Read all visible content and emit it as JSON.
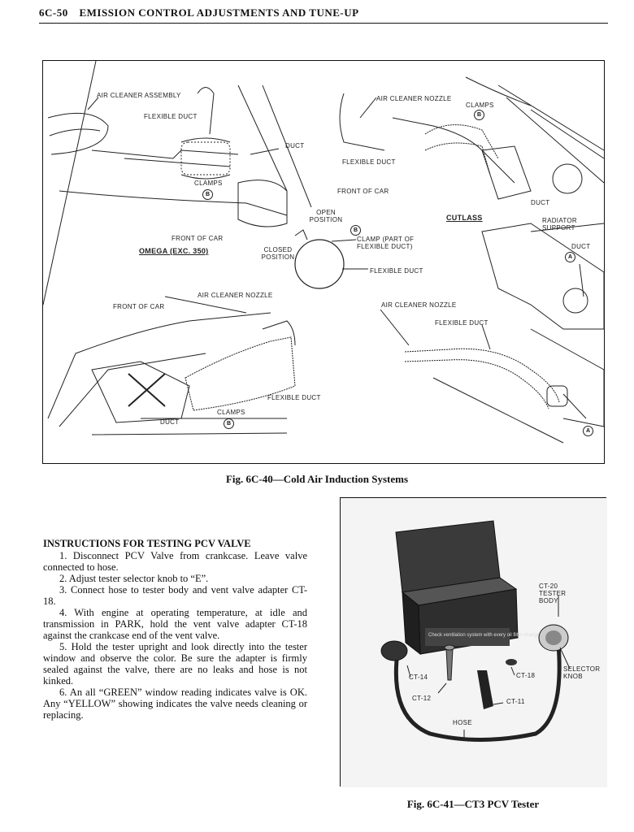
{
  "header": {
    "page_number": "6C-50",
    "section_title": "EMISSION CONTROL ADJUSTMENTS AND TUNE-UP"
  },
  "figure1": {
    "labels": {
      "air_cleaner_assembly": "AIR CLEANER ASSEMBLY",
      "flexible_duct_tl": "FLEXIBLE DUCT",
      "duct_tl": "DUCT",
      "clamps_tl": "CLAMPS",
      "circle_b": "B",
      "front_of_car_tl": "FRONT OF CAR",
      "omega": "OMEGA (EXC. 350)",
      "open_position": "OPEN POSITION",
      "closed_position": "CLOSED POSITION",
      "clamp_part": "CLAMP (PART OF FLEXIBLE DUCT)",
      "flexible_duct_mid": "FLEXIBLE DUCT",
      "air_cleaner_nozzle_tr": "AIR CLEANER NOZZLE",
      "clamps_tr": "CLAMPS",
      "flexible_duct_tr": "FLEXIBLE DUCT",
      "front_of_car_tr": "FRONT OF CAR",
      "duct_tr": "DUCT",
      "cutlass": "CUTLASS",
      "radiator_support": "RADIATOR SUPPORT",
      "duct_rr": "DUCT",
      "circle_a": "A",
      "front_of_car_bl": "FRONT OF CAR",
      "air_cleaner_nozzle_bl": "AIR CLEANER NOZZLE",
      "flexible_duct_bl": "FLEXIBLE DUCT",
      "clamps_bl": "CLAMPS",
      "duct_bl": "DUCT",
      "air_cleaner_nozzle_br": "AIR CLEANER NOZZLE",
      "flexible_duct_br": "FLEXIBLE DUCT"
    },
    "caption": "Fig. 6C-40—Cold Air Induction Systems"
  },
  "instructions": {
    "title": "INSTRUCTIONS FOR TESTING PCV VALVE",
    "steps": [
      "1. Disconnect PCV Valve from crankcase. Leave valve connected to hose.",
      "2. Adjust tester selector knob to “E”.",
      "3. Connect hose to tester body and vent valve adapter CT-18.",
      "4. With engine at operating temperature, at idle and transmission in PARK, hold the vent valve adapter CT-18 against the crankcase end of the vent valve.",
      "5. Hold the tester upright and look directly into the tester window and observe the color. Be sure the adapter is firmly sealed against the valve, there are no leaks and hose is not kinked.",
      "6. An all “GREEN” window reading indicates valve is OK. Any “YELLOW” showing indicates the valve needs cleaning or replacing."
    ]
  },
  "figure2": {
    "labels": {
      "ct20": "CT-20 TESTER BODY",
      "selector_knob": "SELECTOR KNOB",
      "ct14": "CT-14",
      "ct18": "CT-18",
      "ct12": "CT-12",
      "ct11": "CT-11",
      "hose": "HOSE",
      "box_text": "Check ventilation system with every oil filter change"
    },
    "caption": "Fig. 6C-41—CT3 PCV Tester"
  }
}
